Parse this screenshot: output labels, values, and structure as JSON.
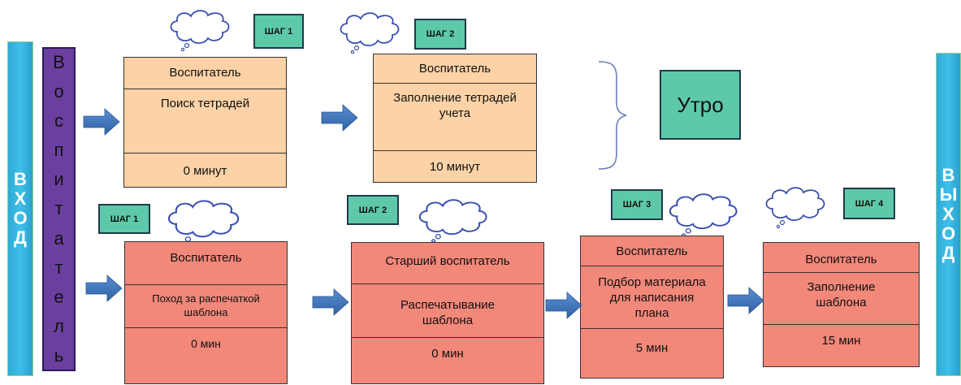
{
  "entry": {
    "letters": [
      "В",
      "Х",
      "О",
      "Д"
    ]
  },
  "exit": {
    "letters": [
      "В",
      "Ы",
      "Х",
      "О",
      "Д"
    ]
  },
  "actor_bar": {
    "letters": [
      "В",
      "о",
      "с",
      "п",
      "и",
      "т",
      "а",
      "т",
      "е",
      "л",
      "ь"
    ]
  },
  "top_flow": {
    "group_label": "Утро",
    "steps": [
      {
        "tag": "ШАГ 1",
        "role": "Воспитатель",
        "task": "Поиск тетрадей",
        "time": "0 минут"
      },
      {
        "tag": "ШАГ 2",
        "role": "Воспитатель",
        "task": "Заполнение тетрадей учета",
        "time": "10 минут"
      }
    ]
  },
  "bottom_flow": {
    "steps": [
      {
        "tag": "ШАГ 1",
        "role": "Воспитатель",
        "task": "Поход за распечаткой шаблона",
        "time": "0 мин"
      },
      {
        "tag": "ШАГ 2",
        "role": "Старший воспитатель",
        "task": "Распечатывание шаблона",
        "time": "0 мин"
      },
      {
        "tag": "ШАГ 3",
        "role": "Воспитатель",
        "task": "Подбор материала для написания плана",
        "time": "5 мин"
      },
      {
        "tag": "ШАГ 4",
        "role": "Воспитатель",
        "task": "Заполнение шаблона",
        "time": "15 мин"
      }
    ]
  },
  "colors": {
    "side_bar": "#3ec0ea",
    "actor_bar": "#6b3fa0",
    "step_tag": "#5ec9a8",
    "top_box": "#fcd2a6",
    "bottom_box": "#f2887a",
    "arrow": "#3b75b8"
  }
}
